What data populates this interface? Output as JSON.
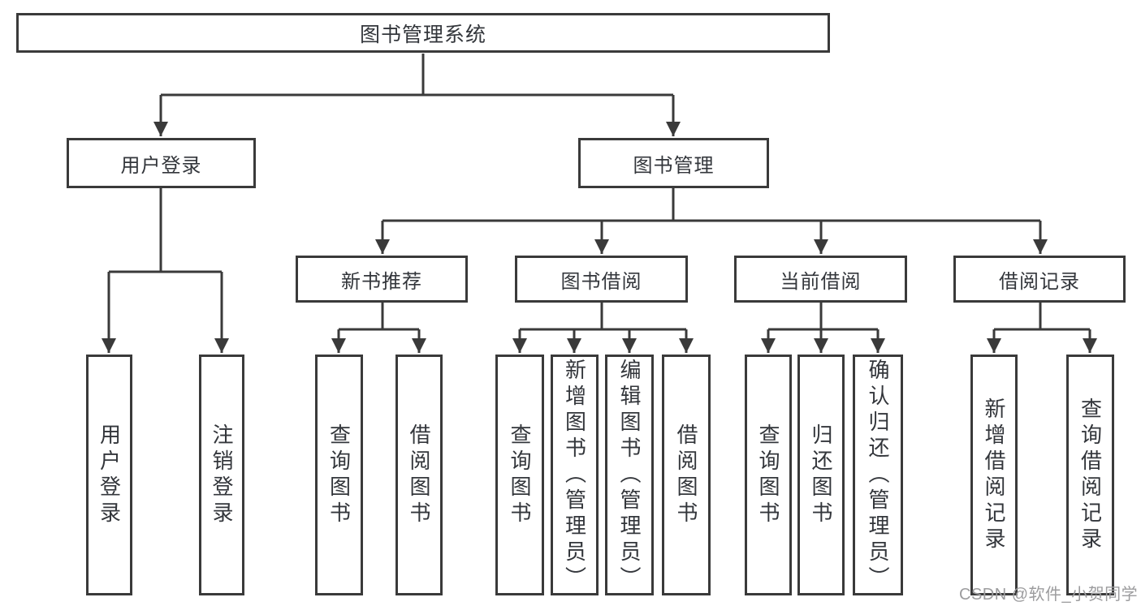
{
  "tree": {
    "root": {
      "label": "图书管理系统",
      "children": [
        {
          "label": "用户登录",
          "children": [
            {
              "label": "用户登录"
            },
            {
              "label": "注销登录"
            }
          ]
        },
        {
          "label": "图书管理",
          "children": [
            {
              "label": "新书推荐",
              "children": [
                {
                  "label": "查询图书"
                },
                {
                  "label": "借阅图书"
                }
              ]
            },
            {
              "label": "图书借阅",
              "children": [
                {
                  "label": "查询图书"
                },
                {
                  "label": "新增图书（管理员）"
                },
                {
                  "label": "编辑图书（管理员）"
                },
                {
                  "label": "借阅图书"
                }
              ]
            },
            {
              "label": "当前借阅",
              "children": [
                {
                  "label": "查询图书"
                },
                {
                  "label": "归还图书"
                },
                {
                  "label": "确认归还（管理员）"
                }
              ]
            },
            {
              "label": "借阅记录",
              "children": [
                {
                  "label": "新增借阅记录"
                },
                {
                  "label": "查询借阅记录"
                }
              ]
            }
          ]
        }
      ]
    }
  },
  "watermark": {
    "text": "CSDN @软件_小贺同学"
  },
  "colors": {
    "line": "#3a3a3a",
    "text": "#33363b",
    "background": "#ffffff",
    "watermark": "#9c9c9e"
  }
}
